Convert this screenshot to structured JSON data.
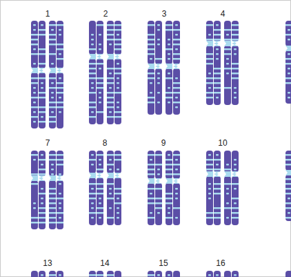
{
  "diagram": {
    "labels": [
      "1",
      "2",
      "3",
      "4",
      "7",
      "8",
      "9",
      "10",
      "13",
      "14",
      "15",
      "16"
    ]
  }
}
